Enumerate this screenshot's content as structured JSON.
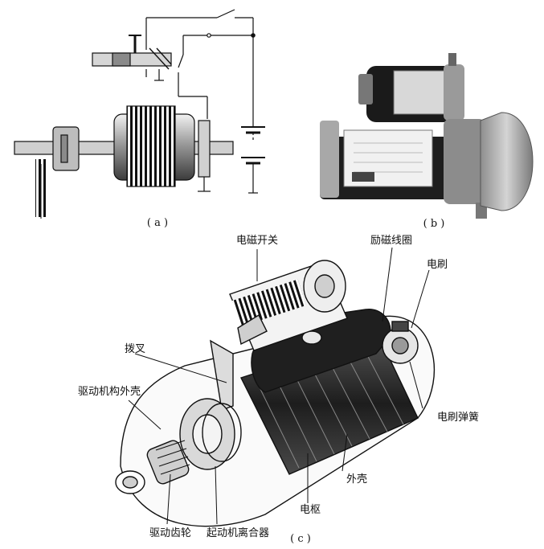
{
  "panels": {
    "a": {
      "caption": "( a )"
    },
    "b": {
      "caption": "( b )"
    },
    "c": {
      "caption": "( c )"
    }
  },
  "labels": {
    "solenoid_switch": "电磁开关",
    "field_coil": "励磁线圈",
    "brush": "电刷",
    "shift_fork": "拨叉",
    "drive_housing": "驱动机构外壳",
    "brush_spring": "电刷弹簧",
    "outer_shell": "外壳",
    "armature": "电枢",
    "drive_gear": "驱动齿轮",
    "starter_clutch": "起动机离合器"
  }
}
